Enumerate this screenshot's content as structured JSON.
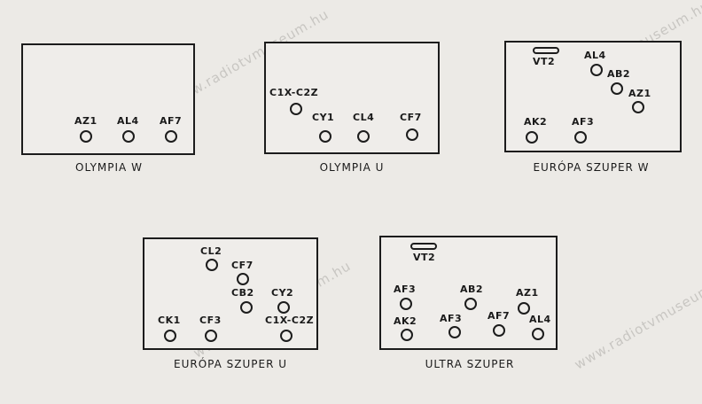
{
  "watermark": "www.radiotvmuseum.hu",
  "panels": {
    "olympia_w": {
      "caption": "OLYMPIA W",
      "labels": {
        "az1": "AZ1",
        "al4": "AL4",
        "af7": "AF7"
      }
    },
    "olympia_u": {
      "caption": "OLYMPIA U",
      "labels": {
        "c1x_c2z": "C1X-C2Z",
        "cy1": "CY1",
        "cl4": "CL4",
        "cf7": "CF7"
      }
    },
    "europa_szuper_w": {
      "caption": "EURÓPA SZUPER W",
      "labels": {
        "vt2": "VT2",
        "al4": "AL4",
        "ab2": "AB2",
        "az1": "AZ1",
        "ak2": "AK2",
        "af3": "AF3"
      }
    },
    "europa_szuper_u": {
      "caption": "EURÓPA SZUPER U",
      "labels": {
        "cl2": "CL2",
        "cf7": "CF7",
        "cb2": "CB2",
        "cy2": "CY2",
        "ck1": "CK1",
        "cf3": "CF3",
        "c1x_c2z": "C1X-C2Z"
      }
    },
    "ultra_szuper": {
      "caption": "ULTRA SZUPER",
      "labels": {
        "vt2": "VT2",
        "af3_top": "AF3",
        "ab2": "AB2",
        "az1": "AZ1",
        "ak2": "AK2",
        "af3": "AF3",
        "af7": "AF7",
        "al4": "AL4"
      }
    }
  }
}
